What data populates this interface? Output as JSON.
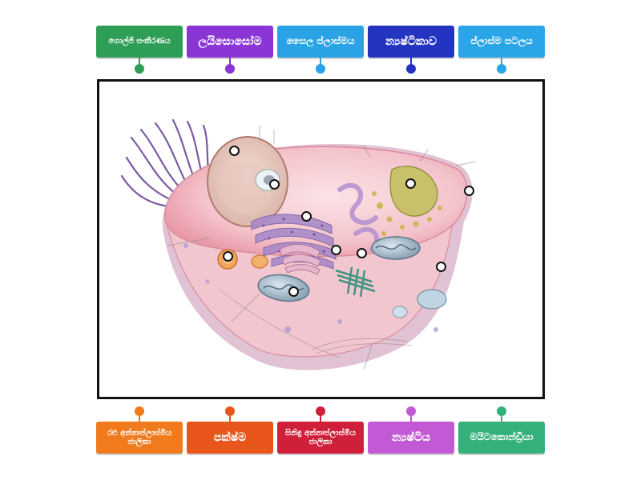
{
  "top_labels": [
    {
      "text": "ගොල්ජි සංකීරණය",
      "color": "#2e9e57"
    },
    {
      "text": "ලයිසොසෝම",
      "color": "#8a35d6"
    },
    {
      "text": "සෛල ප්ලාස්මය",
      "color": "#29a3e6"
    },
    {
      "text": "න්‍යෂ්ටිකාව",
      "color": "#2335c0"
    },
    {
      "text": "ප්ලාස්ම පටලය",
      "color": "#2aa6e8"
    }
  ],
  "bottom_labels": [
    {
      "text": "රළු අන්තඃප්ලාස්මීය ජාලිකා",
      "color": "#f07a1c"
    },
    {
      "text": "පක්ෂ්ම",
      "color": "#e8561c"
    },
    {
      "text": "සිනිඳු අන්තඃප්ලාස්මීය ජාලිකා",
      "color": "#d01f3b"
    },
    {
      "text": "න්‍යෂ්ටිය",
      "color": "#c25ad6"
    },
    {
      "text": "මයිටකොන්ඩ්‍රියා",
      "color": "#34b07a"
    }
  ],
  "diagram": {
    "image": "animal-cell-illustration"
  }
}
